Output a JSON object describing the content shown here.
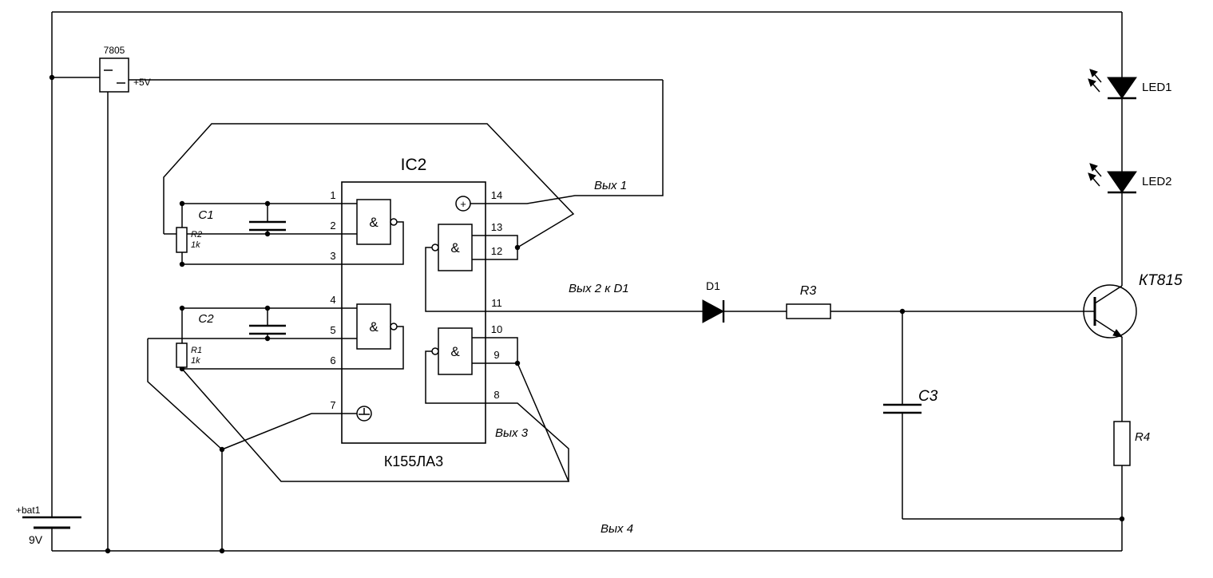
{
  "diagram": {
    "background": "#ffffff",
    "line_color": "#000000",
    "regulator": {
      "label": "7805",
      "output_label": "+5V"
    },
    "battery": {
      "label": "+bat1",
      "voltage": "9V"
    },
    "ic": {
      "name": "IC2",
      "part": "К155ЛА3",
      "gate_symbol": "&",
      "power_symbol": "+",
      "pins_left": [
        "1",
        "2",
        "3",
        "4",
        "5",
        "6",
        "7"
      ],
      "pins_right": [
        "14",
        "13",
        "12",
        "11",
        "10",
        "9",
        "8"
      ]
    },
    "components": {
      "c1": "C1",
      "c2": "C2",
      "c3": "C3",
      "r1": "R1",
      "r1_value": "1k",
      "r2": "R2",
      "r2_value": "1k",
      "r3": "R3",
      "r4": "R4",
      "d1": "D1",
      "transistor": "КТ815",
      "led1": "LED1",
      "led2": "LED2"
    },
    "outputs": {
      "out1": "Вых 1",
      "out2": "Вых 2 к D1",
      "out3": "Вых 3",
      "out4": "Вых 4"
    }
  }
}
